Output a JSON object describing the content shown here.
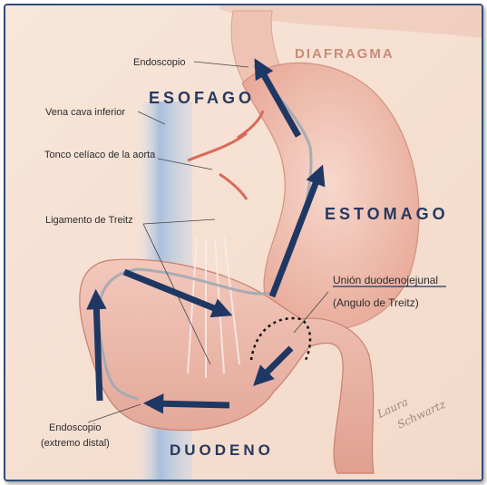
{
  "labels": {
    "endoscopio": "Endoscopio",
    "vena_cava": "Vena cava inferior",
    "tronco": "Tonco celíaco de la aorta",
    "ligamento": "Ligamento de Treitz",
    "endoscopio_distal_1": "Endoscopio",
    "endoscopio_distal_2": "(extremo distal)",
    "union_1": "Unión duodenojejunal",
    "union_2": "(Angulo de Treitz)"
  },
  "titles": {
    "diafragma": "DIAFRAGMA",
    "esofago": "ESOFAGO",
    "estomago": "ESTOMAGO",
    "duodeno": "DUODENO"
  },
  "signature": {
    "line1": "Laura",
    "line2": "Schwartz"
  },
  "colors": {
    "arrow": "#1f3763",
    "frame": "#2f4f7a",
    "tissue": "#f1c6b6",
    "vena_cava": "#a9bfdc"
  }
}
